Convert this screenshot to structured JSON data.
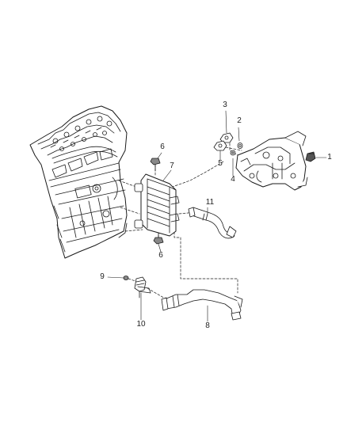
{
  "callouts": [
    {
      "id": "1",
      "label": "1"
    },
    {
      "id": "2",
      "label": "2"
    },
    {
      "id": "3",
      "label": "3"
    },
    {
      "id": "4",
      "label": "4"
    },
    {
      "id": "5",
      "label": "5"
    },
    {
      "id": "6a",
      "label": "6"
    },
    {
      "id": "6b",
      "label": "6"
    },
    {
      "id": "7",
      "label": "7"
    },
    {
      "id": "8",
      "label": "8"
    },
    {
      "id": "9",
      "label": "9"
    },
    {
      "id": "10",
      "label": "10"
    },
    {
      "id": "11",
      "label": "11"
    }
  ]
}
